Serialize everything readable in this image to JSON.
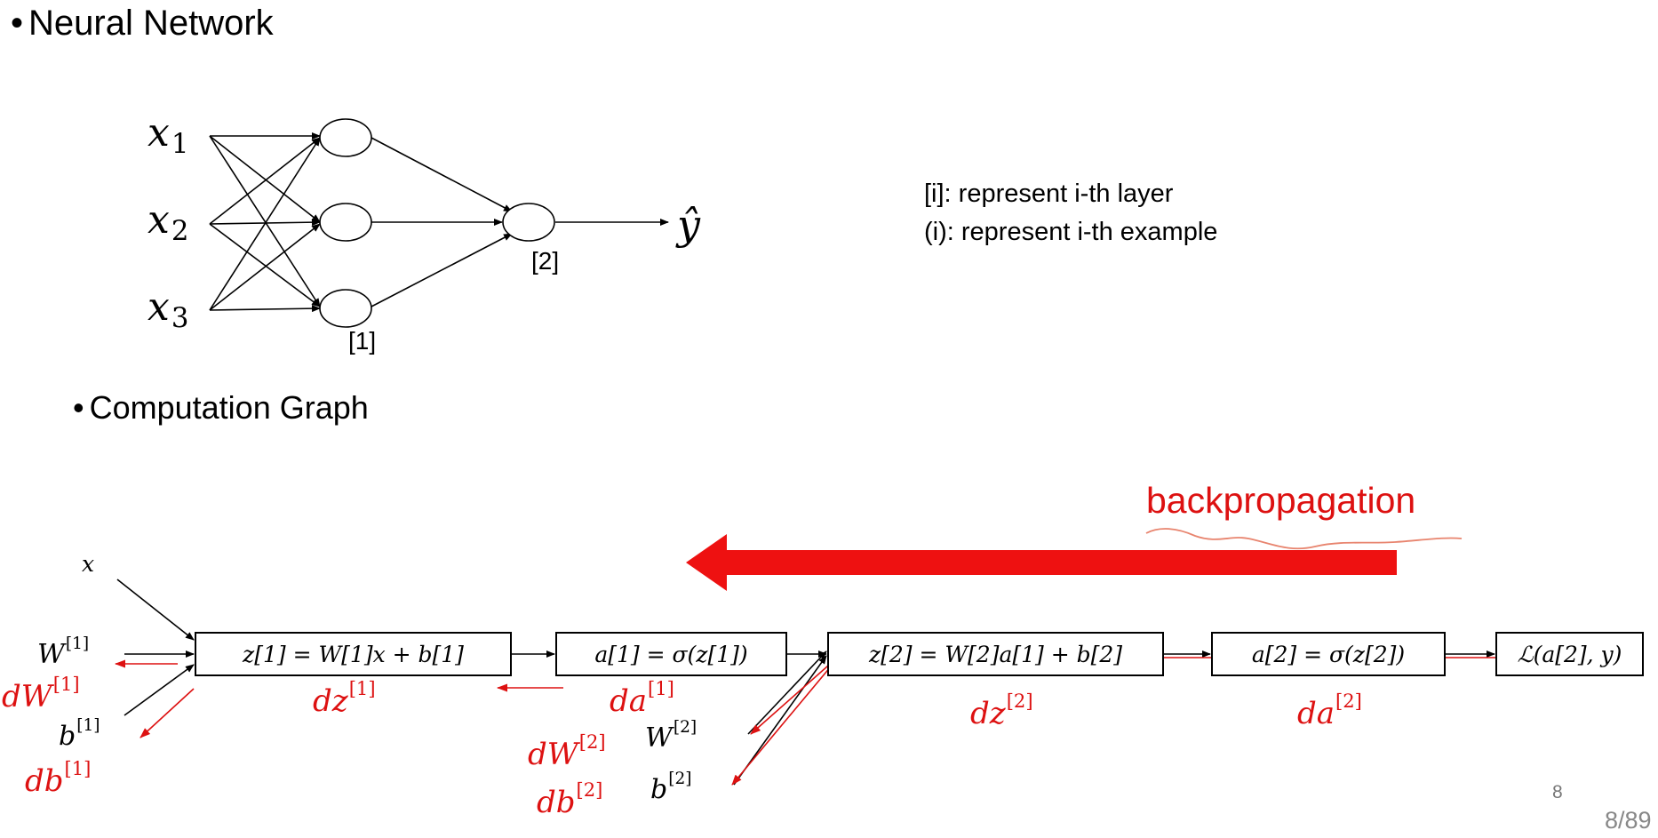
{
  "slide": {
    "title": "Neural Network",
    "subtitle": "Computation Graph",
    "bullet": "•"
  },
  "network": {
    "inputs": [
      "x",
      "x",
      "x"
    ],
    "input_indices": [
      "1",
      "2",
      "3"
    ],
    "output": "ŷ",
    "hidden_layer_label": "[1]",
    "output_layer_label": "[2]"
  },
  "legend": {
    "layer_note": "[i]: represent i-th layer",
    "example_note": "(i): represent i-th example"
  },
  "annotation": {
    "backprop_label": "backpropagation",
    "color": "#ee1111"
  },
  "graph": {
    "x": "x",
    "W1": {
      "base": "W",
      "sup": "[1]"
    },
    "b1": {
      "base": "b",
      "sup": "[1]"
    },
    "W2": {
      "base": "W",
      "sup": "[2]"
    },
    "b2": {
      "base": "b",
      "sup": "[2]"
    },
    "box1": "z[1] = W[1]x + b[1]",
    "box2": "a[1] = σ(z[1])",
    "box3": "z[2] = W[2]a[1] + b[2]",
    "box4": "a[2] = σ(z[2])",
    "box5": "ℒ(a[2], y)",
    "gradients": {
      "dW1": {
        "base": "dW",
        "sup": "[1]"
      },
      "db1": {
        "base": "db",
        "sup": "[1]"
      },
      "dz1": {
        "base": "dz",
        "sup": "[1]"
      },
      "da1": {
        "base": "da",
        "sup": "[1]"
      },
      "dW2": {
        "base": "dW",
        "sup": "[2]"
      },
      "db2": {
        "base": "db",
        "sup": "[2]"
      },
      "dz2": {
        "base": "dz",
        "sup": "[2]"
      },
      "da2": {
        "base": "da",
        "sup": "[2]"
      }
    }
  },
  "footer": {
    "slide_number": "8",
    "page_counter": "8/89"
  }
}
